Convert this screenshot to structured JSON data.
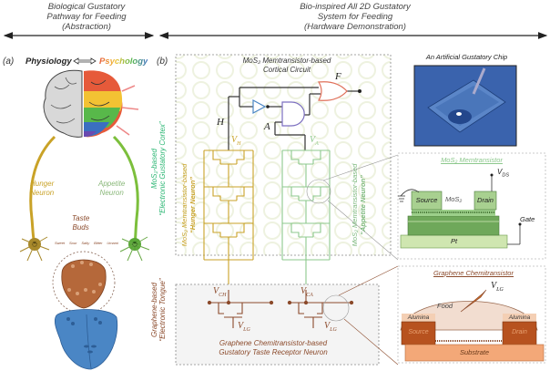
{
  "headers": {
    "left": [
      "Biological Gustatory",
      "Pathway for Feeding",
      "(Abstraction)"
    ],
    "right": [
      "Bio-inspired All 2D Gustatory",
      "System for Feeding",
      "(Hardware Demonstration)"
    ]
  },
  "panel_a": {
    "label": "(a)",
    "physiology": "Physiology",
    "psychology": "Psychology",
    "hunger_neuron": [
      "Hunger",
      "Neuron"
    ],
    "appetite_neuron": [
      "Appetite",
      "Neuron"
    ],
    "taste_buds": [
      "Taste",
      "Buds"
    ],
    "tastes": [
      "Sweet",
      "Sour",
      "Salty",
      "Bitter",
      "Umami"
    ]
  },
  "panel_b": {
    "label": "(b)",
    "cortex_side_label": [
      "MoS₂-based",
      "“Electronic Gustatory Cortex”"
    ],
    "tongue_side_label": [
      "Graphene-based",
      "“Electronic Tongue”"
    ],
    "cortical_circuit_title": [
      "MoS₂ Memtransistor-based",
      "Cortical Circuit"
    ],
    "logic": {
      "H": "H",
      "A": "A",
      "F": "F",
      "VH": "V",
      "VH_sub": "H",
      "VA": "V",
      "VA_sub": "A"
    },
    "hunger_neuron_label": [
      "MoS₂ Memtransistor-based",
      "“Hunger Neuron”"
    ],
    "appetite_neuron_label": [
      "MoS₂ Memtransistor-based",
      "“Appetite Neuron”"
    ],
    "receptor": {
      "VCH": "V",
      "VCH_sub": "CH",
      "VCA": "V",
      "VCA_sub": "CA",
      "VLG": "V",
      "VLG_sub": "LG",
      "title": [
        "Graphene Chemitransistor-based",
        "Gustatory Taste Receptor Neuron"
      ]
    }
  },
  "chip": {
    "title": "An Artificial Gustatory Chip"
  },
  "memtransistor": {
    "title": "MoS₂ Memtransistor",
    "source": "Source",
    "drain": "Drain",
    "channel": "MoS₂",
    "vds": "V",
    "vds_sub": "DS",
    "gate": "Gate",
    "pt": "Pt"
  },
  "chemitransistor": {
    "title": "Graphene Chemitransistor",
    "vlg": "V",
    "vlg_sub": "LG",
    "food": "Food",
    "alumina_left": "Alumina",
    "alumina_right": "Alumina",
    "source": "Source",
    "drain": "Drain",
    "substrate": "Substrate"
  },
  "colors": {
    "hunger": "#c9a227",
    "appetite": "#7cbf7c",
    "cortex_green": "#2bb673",
    "receptor_brown": "#8b4a2b",
    "tongue_blue": "#4a86c5",
    "chip_blue": "#2d5aa8"
  }
}
